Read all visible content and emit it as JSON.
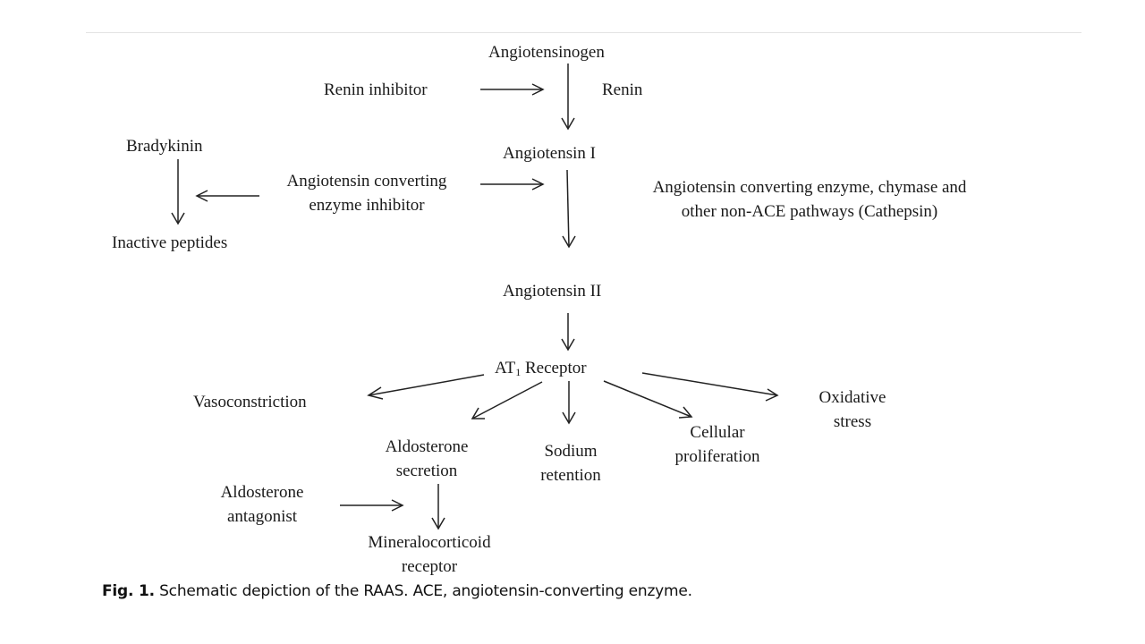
{
  "figure": {
    "nodes": {
      "angiotensinogen": "Angiotensinogen",
      "renin_inhibitor": "Renin inhibitor",
      "renin": "Renin",
      "bradykinin": "Bradykinin",
      "angiotensin_i": "Angiotensin I",
      "ace_inhibitor_line1": "Angiotensin converting",
      "ace_inhibitor_line2": "enzyme inhibitor",
      "ace_pathways_line1": "Angiotensin converting enzyme, chymase and",
      "ace_pathways_line2": "other non-ACE pathways (Cathepsin)",
      "inactive_peptides": "Inactive peptides",
      "angiotensin_ii": "Angiotensin II",
      "at1_prefix": "AT",
      "at1_sub": "1",
      "at1_suffix": " Receptor",
      "vasoconstriction": "Vasoconstriction",
      "oxidative_line1": "Oxidative",
      "oxidative_line2": "stress",
      "aldosterone_secretion_line1": "Aldosterone",
      "aldosterone_secretion_line2": "secretion",
      "sodium_line1": "Sodium",
      "sodium_line2": "retention",
      "cellular_line1": "Cellular",
      "cellular_line2": "proliferation",
      "aldosterone_antagonist_line1": "Aldosterone",
      "aldosterone_antagonist_line2": "antagonist",
      "mineralocorticoid_line1": "Mineralocorticoid",
      "mineralocorticoid_line2": "receptor"
    },
    "caption": {
      "label": "Fig. 1.",
      "text": " Schematic depiction of the RAAS. ACE, angiotensin-converting enzyme."
    }
  }
}
